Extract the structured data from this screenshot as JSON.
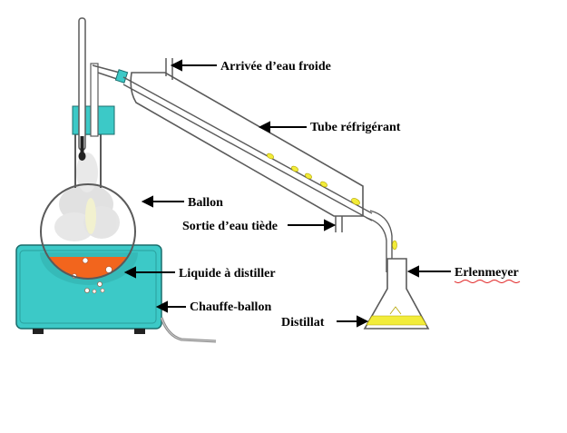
{
  "diagram": {
    "labels": {
      "cold_water_inlet": "Arrivée d’eau froide",
      "condenser": "Tube réfrigérant",
      "flask": "Ballon",
      "warm_water_outlet": "Sortie d’eau tiède",
      "liquid": "Liquide à distiller",
      "erlenmeyer": "Erlenmeyer",
      "heater": "Chauffe-ballon",
      "distillate": "Distillat"
    },
    "colors": {
      "heater": "#3cc9c7",
      "heater_dark": "#2a9f9d",
      "liquid": "#f2651d",
      "distillate": "#f2ec3a",
      "glass_outline": "#5a5a5a",
      "stopper": "#3cc9c7",
      "vapor": "#c9c9c9"
    }
  }
}
